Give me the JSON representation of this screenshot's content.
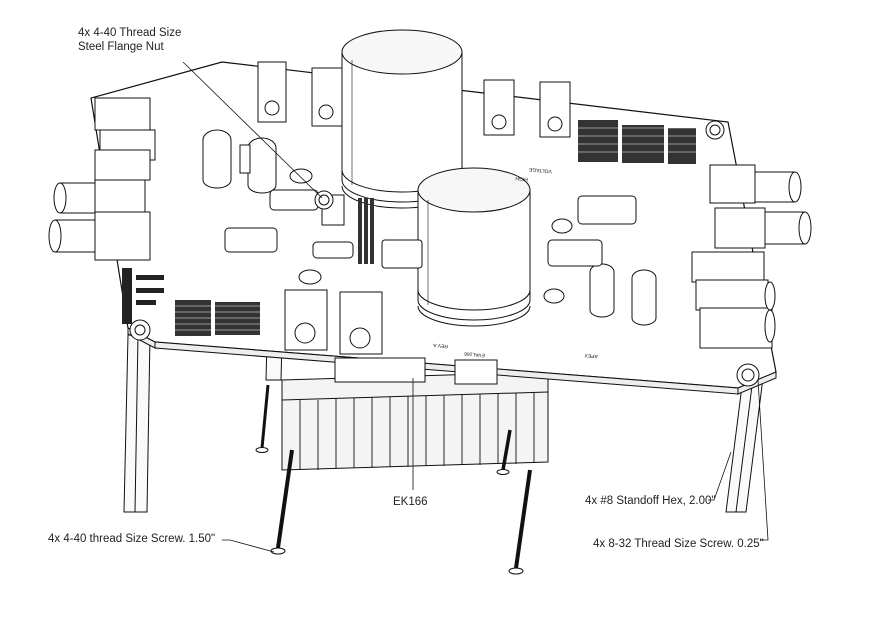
{
  "callouts": {
    "nut_line1": "4x 4-40 Thread Size",
    "nut_line2": "Steel Flange Nut",
    "board_part": "EK166",
    "standoff": "4x #8 Standoff Hex, 2.00\"",
    "screw_440": "4x 4-40 thread Size Screw.  1.50\"",
    "screw_832": "4x 8-32 Thread Size Screw.  0.25\""
  },
  "board": {
    "high_voltage_1": "HIGH",
    "high_voltage_2": "VOLTAGE",
    "brand": "APEX",
    "board_name": "EVAL166",
    "revision": "REV A"
  }
}
